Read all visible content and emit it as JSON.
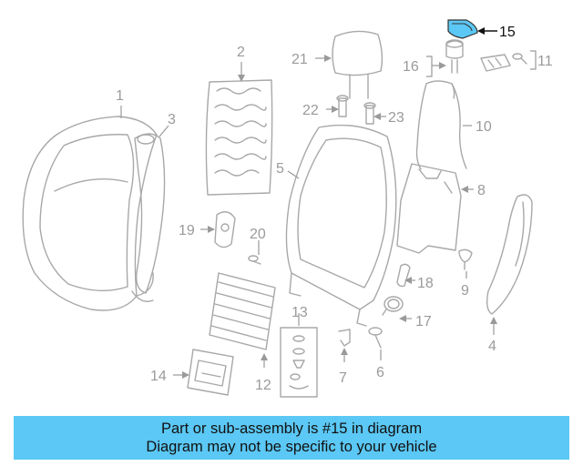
{
  "diagram": {
    "callouts": {
      "c1": "1",
      "c2": "2",
      "c3": "3",
      "c4": "4",
      "c5": "5",
      "c6": "6",
      "c7": "7",
      "c8": "8",
      "c9": "9",
      "c10": "10",
      "c11": "11",
      "c12": "12",
      "c13": "13",
      "c14": "14",
      "c15": "15",
      "c16": "16",
      "c17": "17",
      "c18": "18",
      "c19": "19",
      "c20": "20",
      "c21": "21",
      "c22": "22",
      "c23": "23"
    },
    "highlight_color": "#5bc8f5",
    "line_color": "#a8a8a8"
  },
  "caption": {
    "line1": "Part or sub-assembly is #15 in diagram",
    "line2": "Diagram may not be specific to your vehicle",
    "background": "#5bc8f5"
  }
}
